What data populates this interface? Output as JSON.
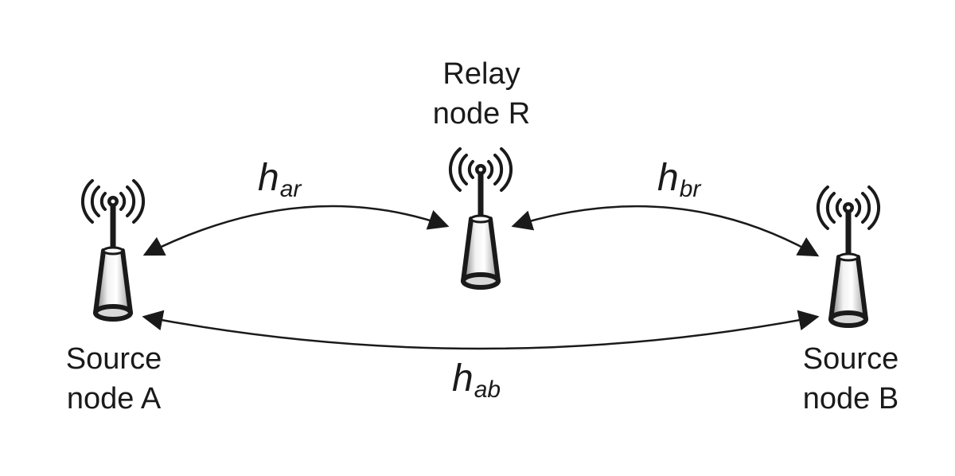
{
  "nodes": {
    "relay": {
      "line1": "Relay",
      "line2": "node R"
    },
    "source_a": {
      "line1": "Source",
      "line2": "node A"
    },
    "source_b": {
      "line1": "Source",
      "line2": "node B"
    }
  },
  "channels": {
    "ar": {
      "symbol": "h",
      "subscript": "ar"
    },
    "br": {
      "symbol": "h",
      "subscript": "br"
    },
    "ab": {
      "symbol": "h",
      "subscript": "ab"
    }
  }
}
